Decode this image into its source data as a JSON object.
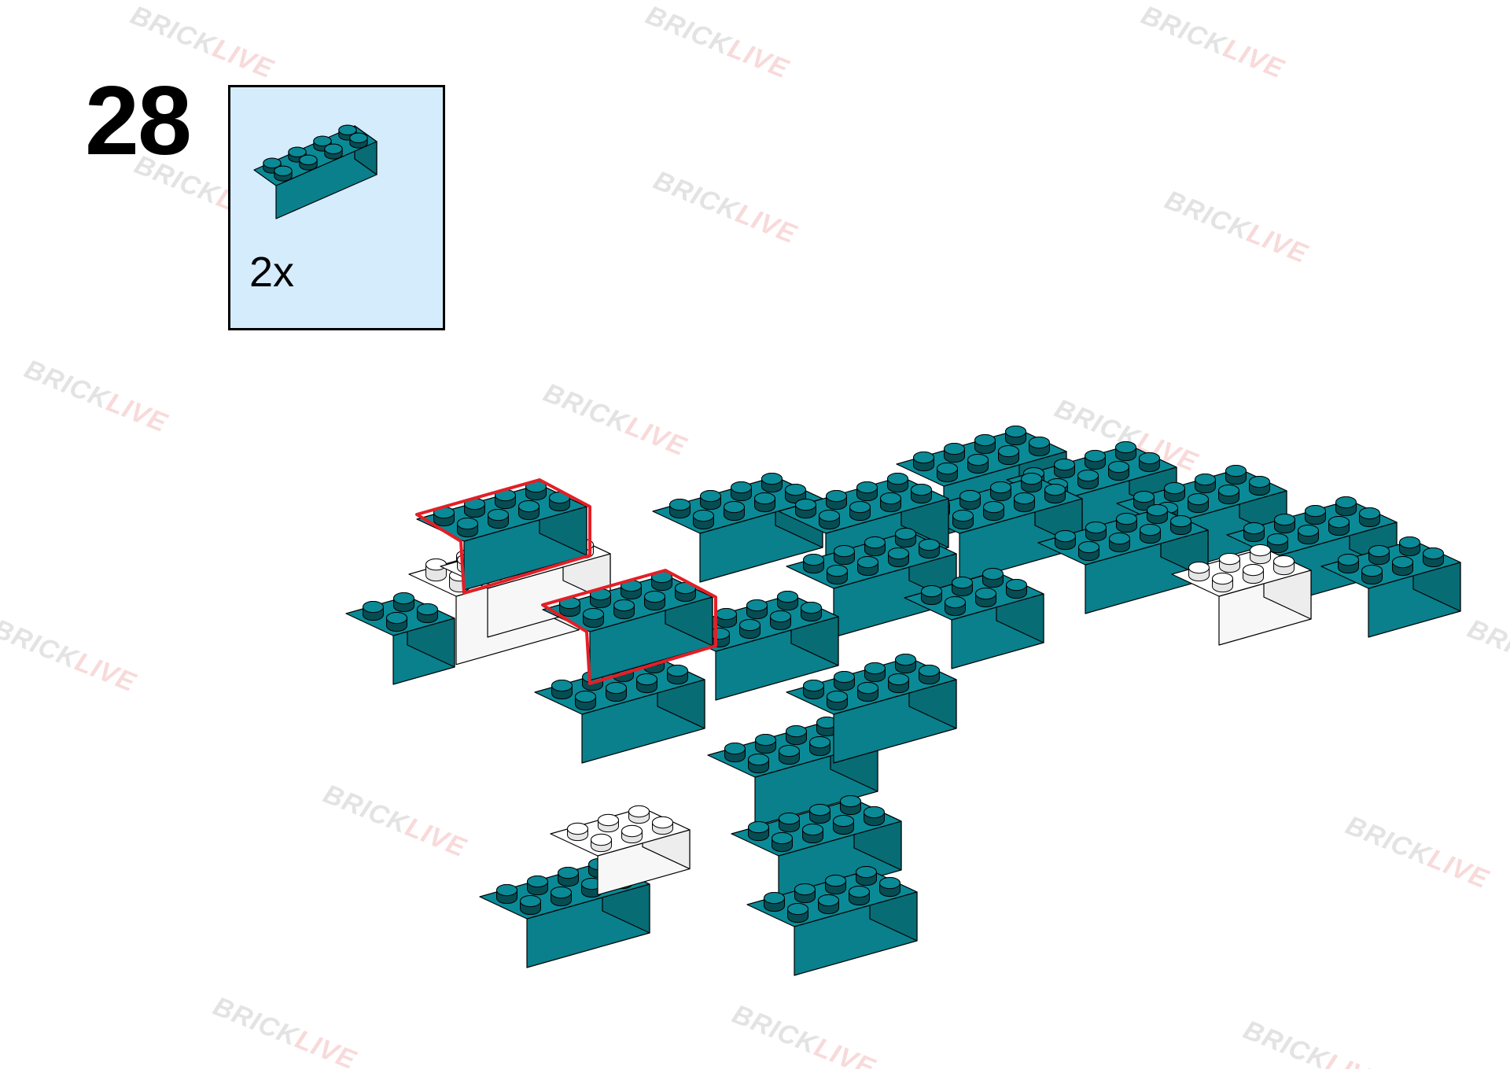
{
  "step": {
    "number": "28"
  },
  "parts_callout": {
    "items": [
      {
        "part": "2x4 brick",
        "quantity": "2x",
        "color": "#0a8a96"
      }
    ]
  },
  "model": {
    "brick_color_teal": "#0a8a96",
    "brick_color_white": "#ffffff",
    "highlight_color": "#e41e26"
  },
  "watermark": {
    "brand_part1": "BRICK",
    "brand_part2": "LIVE"
  }
}
